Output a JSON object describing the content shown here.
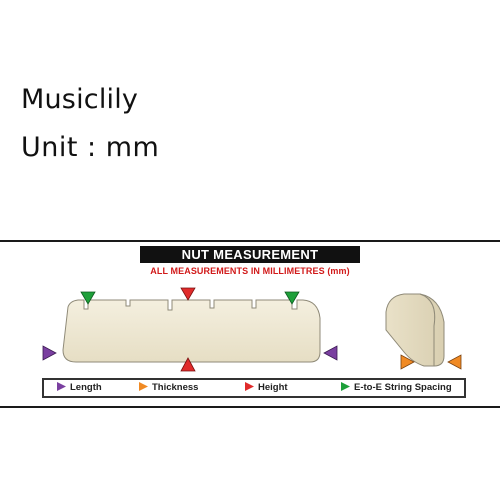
{
  "brand": "Musiclily",
  "unit_label": "Unit : mm",
  "diagram": {
    "title": "NUT MEASUREMENT",
    "subtitle": "ALL MEASUREMENTS IN MILLIMETRES (mm)",
    "legend": [
      {
        "label": "Length",
        "icon": "purple-triangle-icon"
      },
      {
        "label": "Thickness",
        "icon": "orange-triangle-icon"
      },
      {
        "label": "Height",
        "icon": "red-triangle-icon"
      },
      {
        "label": "E-to-E String Spacing",
        "icon": "green-triangle-icon"
      }
    ]
  },
  "colors": {
    "length": "#7a3fa0",
    "thickness": "#f08a24",
    "height": "#e02b2b",
    "spacing": "#1ea03a",
    "nut_fill": "#efe9d6",
    "nut_stroke": "#8f8a78"
  }
}
